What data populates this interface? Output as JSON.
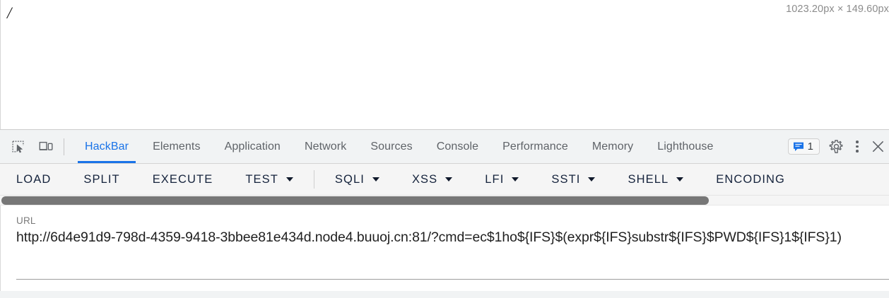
{
  "page": {
    "body_text": "/",
    "size_tooltip": "1023.20px × 149.60px"
  },
  "devtools": {
    "icons": {
      "inspect": "inspect-element-icon",
      "device": "device-toolbar-icon",
      "settings": "gear-icon",
      "more": "more-options-icon",
      "close": "close-icon",
      "message": "message-icon"
    },
    "tabs": [
      {
        "label": "HackBar",
        "active": true
      },
      {
        "label": "Elements",
        "active": false
      },
      {
        "label": "Application",
        "active": false
      },
      {
        "label": "Network",
        "active": false
      },
      {
        "label": "Sources",
        "active": false
      },
      {
        "label": "Console",
        "active": false
      },
      {
        "label": "Performance",
        "active": false
      },
      {
        "label": "Memory",
        "active": false
      },
      {
        "label": "Lighthouse",
        "active": false
      }
    ],
    "message_count": "1",
    "accent_color": "#1a73e8"
  },
  "hackbar": {
    "buttons": [
      {
        "label": "LOAD",
        "caret": false
      },
      {
        "label": "SPLIT",
        "caret": false
      },
      {
        "label": "EXECUTE",
        "caret": false
      },
      {
        "label": "TEST",
        "caret": true
      },
      {
        "label": "SQLI",
        "caret": true
      },
      {
        "label": "XSS",
        "caret": true
      },
      {
        "label": "LFI",
        "caret": true
      },
      {
        "label": "SSTI",
        "caret": true
      },
      {
        "label": "SHELL",
        "caret": true
      },
      {
        "label": "ENCODING",
        "caret": false
      }
    ],
    "url_label": "URL",
    "url_value": "http://6d4e91d9-798d-4359-9418-3bbee81e434d.node4.buuoj.cn:81/?cmd=ec$1ho${IFS}$(expr${IFS}substr${IFS}$PWD${IFS}1${IFS}1)"
  }
}
